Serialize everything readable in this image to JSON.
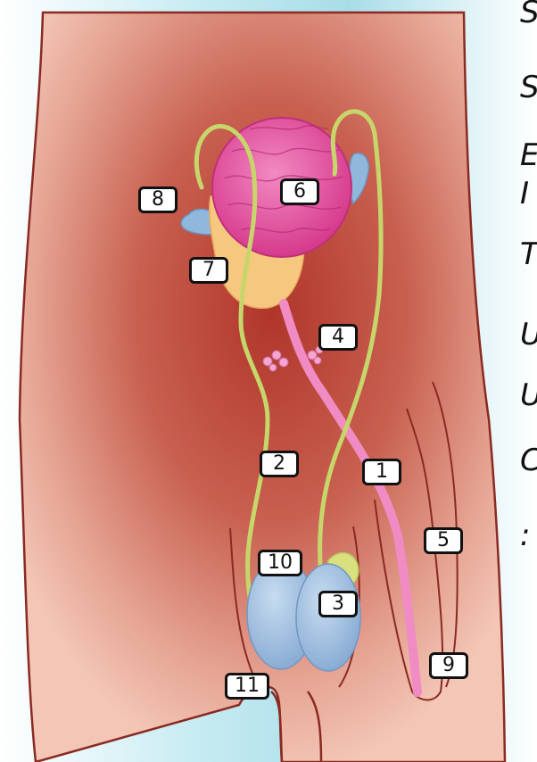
{
  "diagram": {
    "labels": [
      {
        "id": "1",
        "text": "1",
        "structure": "urethra"
      },
      {
        "id": "2",
        "text": "2",
        "structure": "vas-deferens-left"
      },
      {
        "id": "3",
        "text": "3",
        "structure": "testis"
      },
      {
        "id": "4",
        "text": "4",
        "structure": "bulbourethral-gland"
      },
      {
        "id": "5",
        "text": "5",
        "structure": "penis"
      },
      {
        "id": "6",
        "text": "6",
        "structure": "urinary-bladder"
      },
      {
        "id": "7",
        "text": "7",
        "structure": "prostate"
      },
      {
        "id": "8",
        "text": "8",
        "structure": "seminal-vesicle"
      },
      {
        "id": "9",
        "text": "9",
        "structure": "urethral-opening"
      },
      {
        "id": "10",
        "text": "10",
        "structure": "epididymis"
      },
      {
        "id": "11",
        "text": "11",
        "structure": "scrotum"
      }
    ],
    "side_text_fragments": [
      "S",
      "S",
      "E",
      "I",
      "T",
      "U",
      "U",
      "C",
      ":"
    ]
  },
  "colors": {
    "background_gradient": "#a8dde8",
    "body_skin": "#f3c6b6",
    "body_shadow": "#b0352a",
    "outline": "#8a2a22",
    "bladder": "#e0459a",
    "prostate": "#f6c77e",
    "vas_deferens": "#c7d66a",
    "urethra": "#f08bc4",
    "testis": "#9fbfe0",
    "seminal_vesicle": "#8fb8dc"
  }
}
